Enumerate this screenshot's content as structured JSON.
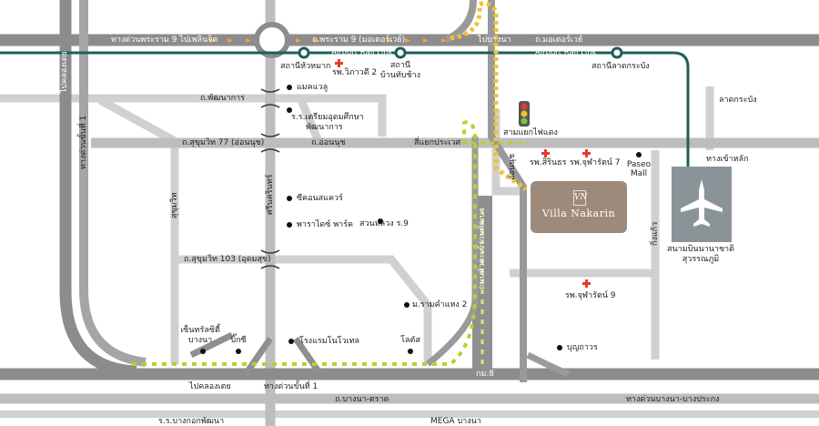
{
  "map": {
    "hotel": {
      "name": "Villa Nakarin",
      "logo": "VN"
    },
    "roads": {
      "rama9_expressway": "ทางด่วนพระราม 9 ไปเพลินจิต",
      "rama9_motorway": "ถ.พระราม 9 (มอเตอร์เวย์)",
      "to_bangna": "ไปบางนา",
      "motorway": "ถ.มอเตอร์เวย์",
      "pattanakarn": "ถ.พัฒนาการ",
      "sukhumvit77": "ถ.สุขุมวิท 77 (อ่อนนุช)",
      "onnut": "ถ.อ่อนนุช",
      "sukhumvit103": "ถ.สุขุมวิท 103 (อุดมสุข)",
      "km8": "กม.8",
      "bangna_trad": "ถ.บางนา-ตราด",
      "bangna_bangpakong_expressway": "ทางด่วนบางนา-บางประกง",
      "to_klongtoei_bottom": "ไปคลองเตย",
      "expressway1_bottom": "ทางด่วนขั้นที่ 1",
      "to_klongtoei_left": "ไปคลองเตย",
      "expressway1_left": "ทางด่วนขั้นที่ 1",
      "sukhumvit": "สุขุมวิท",
      "srinakarin": "ศรีนครินทร์",
      "king_kaew": "กิ่งแก้ว",
      "on_nut_short": "อ่อนนุช",
      "hua_takhe": "ถนนหัวตะเข้ร่วมพัฒนา",
      "ladkrabang": "ลาดกระบัง",
      "airport_entrance": "ทางเข้าหลัก"
    },
    "rail": {
      "line_label_1": "Airport Rail Link",
      "line_label_2": "Airport Rail Link",
      "station_huamak": "สถานีหัวหมาก",
      "station_banthapchang_1": "สถานี",
      "station_banthapchang_2": "บ้านทับช้าง",
      "station_ladkrabang": "สถานีลาดกระบัง"
    },
    "places": {
      "vibhavadi2": "รพ.วิภาวดี 2",
      "makro": "แมคแวลู",
      "triam_1": "ร.ร.เตรียมอุดมศึกษา",
      "triam_2": "พัฒนาการ",
      "siyaek_prawet": "สี่แยกประเวศ",
      "traffic_light_junction": "สามแยกไฟแดง",
      "sirindhorn": "รพ.สิรินธร",
      "chularat7": "รพ.จุฬารัตน์ 7",
      "paseo_1": "Paseo",
      "paseo_2": "Mall",
      "seacon": "ซีคอนสแควร์",
      "paradise_park": "พาราไดซ์ พาร์ค",
      "suan_luang": "สวนหลวง ร.9",
      "ramkhamhaeng2": "ม.รามคำแหง 2",
      "chularat9": "รพ.จุฬารัตน์ 9",
      "central_bangna_1": "เซ็นทรัลซิตี้",
      "central_bangna_2": "บางนา",
      "bigc": "บิ๊กซี",
      "novotel": "โรงแรมโนโวเทล",
      "lotus": "โลตัส",
      "boonthavorn": "บุญถาวร",
      "bangkok_pattana": "ร.ร.บางกอกพัฒนา",
      "mega_bangna": "MEGA บางนา",
      "airport_1": "สนามบินนานาชาติ",
      "airport_2": "สุวรรณภูมิ"
    },
    "icons": {
      "hospital": "red-cross-icon",
      "landmark": "black-dot-icon",
      "traffic_light": "traffic-light-icon",
      "airport": "airplane-icon",
      "station": "station-ring-icon",
      "interchange": "interchange-bridge-icon"
    },
    "colors": {
      "road": "#b3b3b3",
      "main_road": "#9e9e9e",
      "expressway": "#7d7d7d",
      "rail": "#1f5f5a",
      "route_arrows": "#f2a532",
      "route_arrows_alt": "#b7d12f",
      "hospital": "#e63b2e",
      "hotel": "#9d8a7b",
      "airport": "#8a9398"
    }
  }
}
